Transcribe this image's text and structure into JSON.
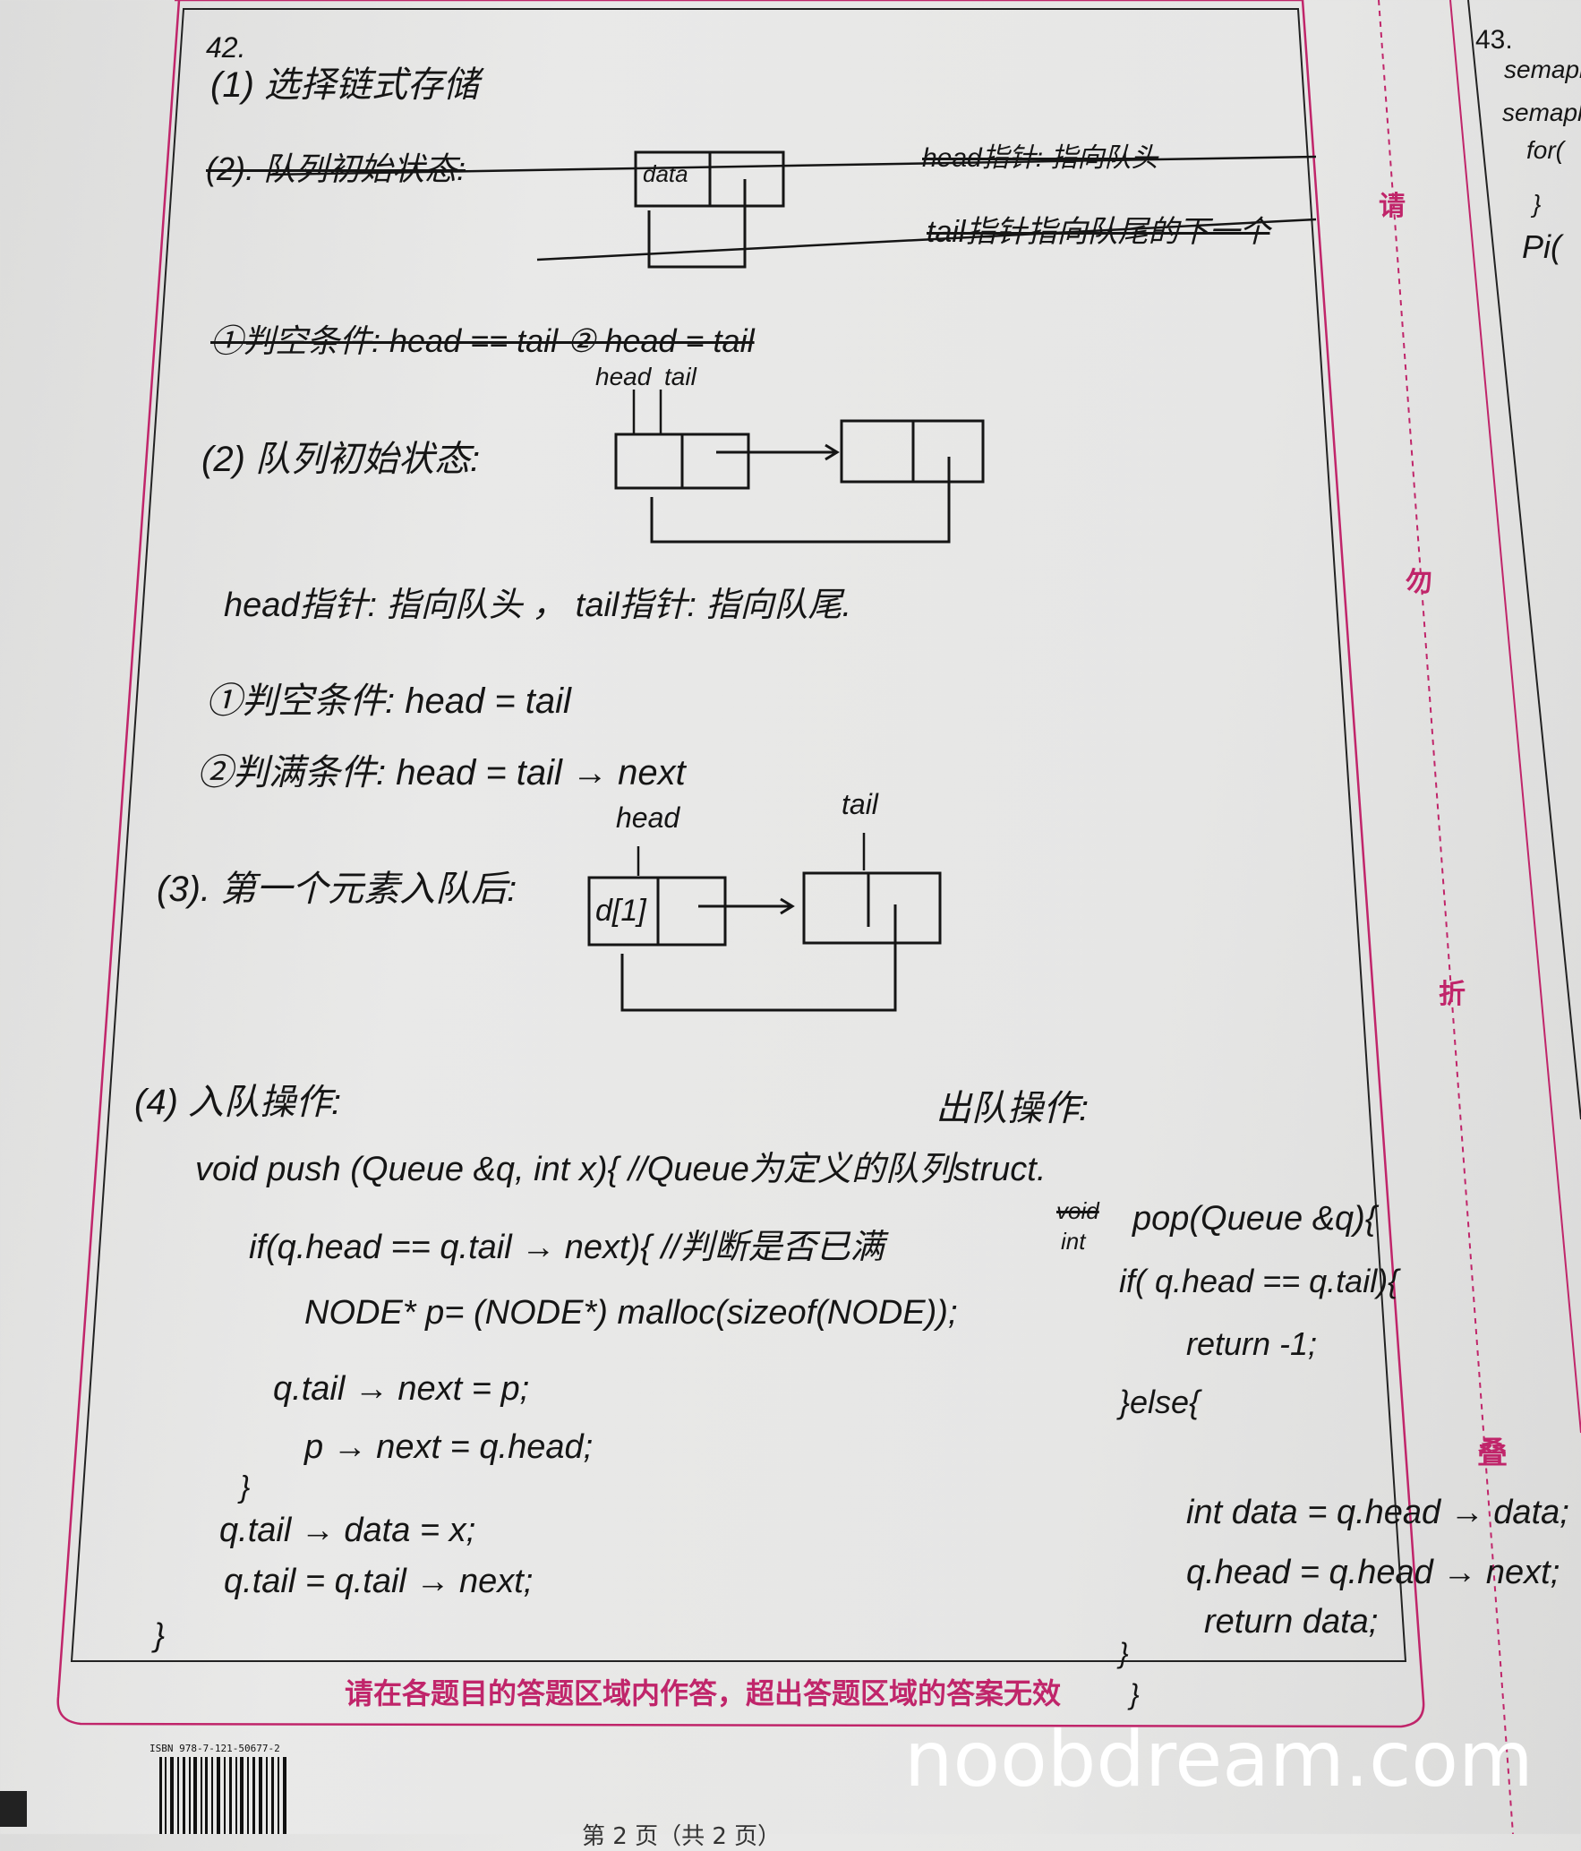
{
  "question_42": {
    "number": "42.",
    "part1": "(1) 选择链式存储",
    "struck": {
      "part2_title": "(2). 队列初始状态:",
      "diagram_label": "data",
      "head_note": "head指针: 指向队头",
      "tail_note": "tail指针指向队尾的下一个",
      "empty_condition": "①判空条件: head == tail ② head = tail"
    },
    "part2": {
      "title": "(2) 队列初始状态:",
      "head_label": "head",
      "tail_label": "tail",
      "pointer_note": "head指针: 指向队头 ， tail指针: 指向队尾.",
      "empty_condition": "①判空条件: head = tail",
      "full_condition": "②判满条件: head = tail → next"
    },
    "part3": {
      "title": "(3). 第一个元素入队后:",
      "head_label": "head",
      "tail_label": "tail",
      "node_data": "d[1]"
    },
    "part4": {
      "enqueue_title": "(4) 入队操作:",
      "dequeue_title": "出队操作:",
      "push_code": [
        "void push (Queue &q, int x){ //Queue为定义的队列struct.",
        "if(q.head == q.tail → next){ //判断是否已满",
        "NODE*  p= (NODE*) malloc(sizeof(NODE));",
        "q.tail → next = p;",
        "p → next = q.head;",
        "}",
        "q.tail → data = x;",
        "q.tail = q.tail → next;",
        "}"
      ],
      "pop_code": {
        "struck_type": "void",
        "return_type": "int",
        "lines": [
          "pop(Queue &q){",
          "if( q.head == q.tail){",
          "return -1;",
          "}else{",
          "int data = q.head → data;",
          "q.head = q.head → next;",
          "return data;",
          "}",
          "}"
        ]
      }
    }
  },
  "question_43": {
    "number": "43.",
    "lines": [
      "semaph",
      "semaph",
      "for(",
      "}",
      "Pi("
    ]
  },
  "notice": "请在各题目的答题区域内作答，超出答题区域的答案无效",
  "fold_warning": [
    "请",
    "勿",
    "折",
    "叠"
  ],
  "isbn": "ISBN 978-7-121-50677-2",
  "page_number": "第 2 页（共 2 页）",
  "watermark": "noobdream.com",
  "colors": {
    "accent_red": "#c0256a",
    "ink": "#151515",
    "paper": "#e6e6e5"
  }
}
